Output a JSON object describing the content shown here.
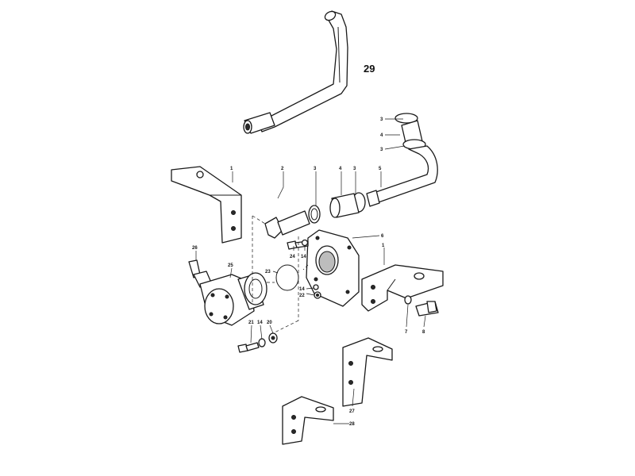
{
  "page_number": "29",
  "labels": {
    "l1a": "1",
    "l2": "2",
    "l3a": "3",
    "l4a": "4",
    "l3b": "3",
    "l5": "5",
    "l3c": "3",
    "l4b": "4",
    "l3d": "3",
    "l6": "6",
    "l1b": "1",
    "l24": "24",
    "l14a": "14",
    "l26": "26",
    "l25": "25",
    "l23": "23",
    "l14b": "14",
    "l22": "22",
    "l21": "21",
    "l14c": "14",
    "l20": "20",
    "l7": "7",
    "l8": "8",
    "l27": "27",
    "l28": "28"
  }
}
